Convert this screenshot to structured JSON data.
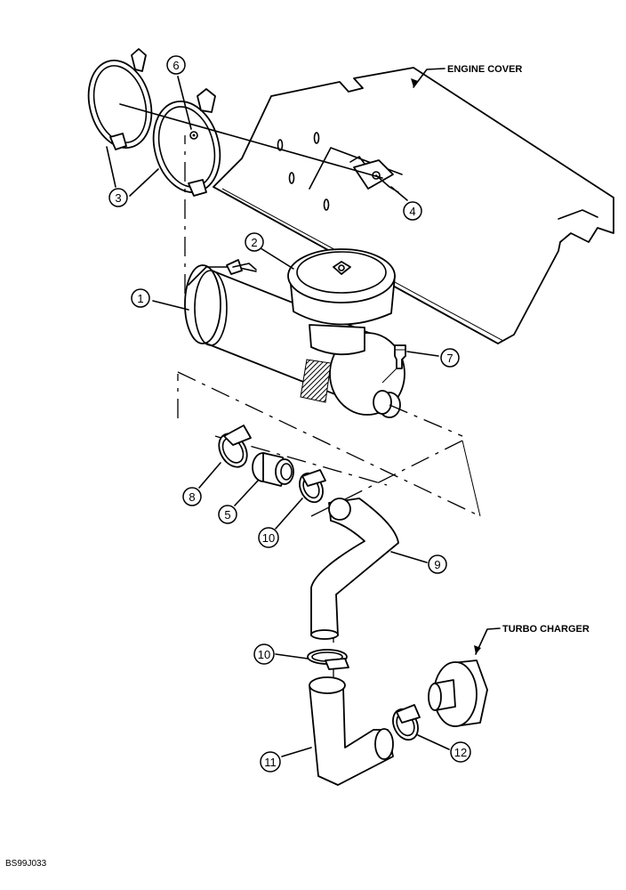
{
  "labels": {
    "engine_cover": "ENGINE COVER",
    "turbo_charger": "TURBO CHARGER"
  },
  "figure_code": "BS99J033",
  "callouts": {
    "c1": "1",
    "c2": "2",
    "c3": "3",
    "c4": "4",
    "c5": "5",
    "c6": "6",
    "c7": "7",
    "c8": "8",
    "c9": "9",
    "c10a": "10",
    "c10b": "10",
    "c11": "11",
    "c12": "12"
  }
}
